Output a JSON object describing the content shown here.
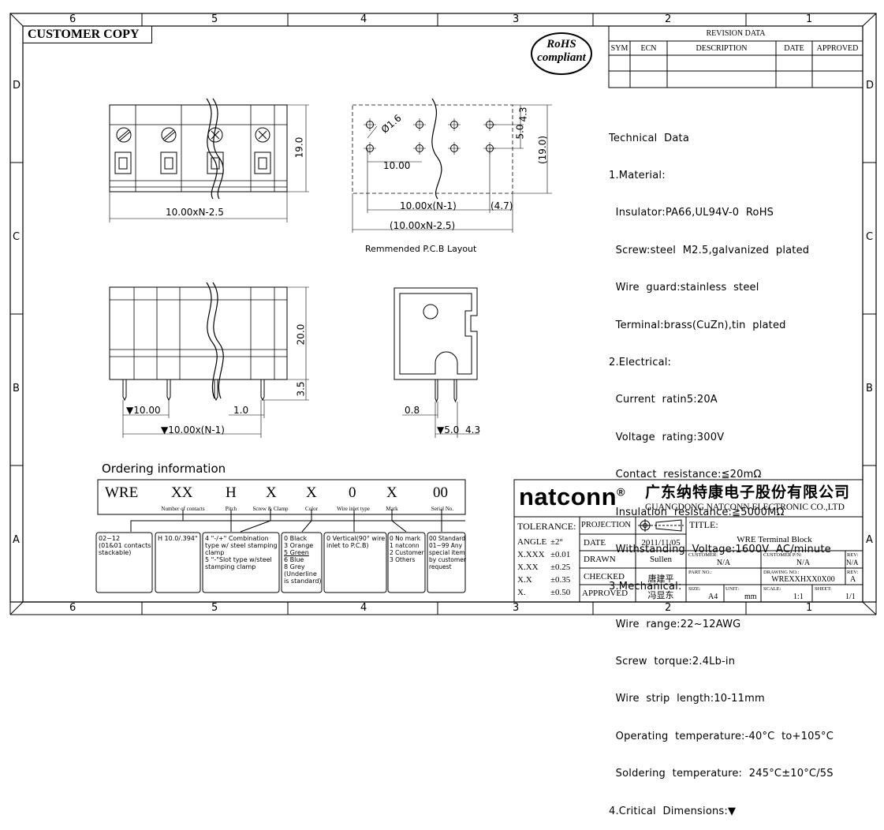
{
  "frame": {
    "col_numbers": [
      "6",
      "5",
      "4",
      "3",
      "2",
      "1"
    ],
    "row_letters": [
      "D",
      "C",
      "B",
      "A"
    ]
  },
  "customer_copy": "CUSTOMER COPY",
  "rohs": {
    "line1": "RoHS",
    "line2": "compliant"
  },
  "revision": {
    "title": "REVISION DATA",
    "headers": [
      "SYM",
      "ECN",
      "DESCRIPTION",
      "DATE",
      "APPROVED"
    ]
  },
  "top_view": {
    "dim_width": "10.00xN-2.5",
    "dim_height": "19.0"
  },
  "pcb_layout": {
    "caption": "Remmended P.C.B Layout",
    "hole_dia": "Ø1.6",
    "pitch": "10.00",
    "row_pitch": "5.0",
    "edge": "4.3",
    "height": "(19.0)",
    "span": "10.00x(N-1)",
    "end": "(4.7)",
    "overall": "(10.00xN-2.5)"
  },
  "front_view": {
    "height": "20.0",
    "pin_len": "3.5",
    "pitch": "▼10.00",
    "pin_w": "1.0",
    "span": "▼10.00x(N-1)"
  },
  "side_view": {
    "pin_w": "0.8",
    "dim_a": "▼5.0",
    "dim_b": "4.3"
  },
  "tech": {
    "title": "Technical  Data",
    "lines": [
      "1.Material:",
      "  Insulator:PA66,UL94V-0  RoHS",
      "  Screw:steel  M2.5,galvanized  plated",
      "  Wire  guard:stainless  steel",
      "  Terminal:brass(CuZn),tin  plated",
      "2.Electrical:",
      "  Current  ratin5:20A",
      "  Voltage  rating:300V",
      "  Contact  resistance:≦20mΩ",
      "  Insulation  resistance:≧5000MΩ",
      "  Withstanding  Voltage:1600V  AC/minute",
      "3.Mechanical:",
      "  Wire  range:22~12AWG",
      "  Screw  torque:2.4Lb-in",
      "  Wire  strip  length:10-11mm",
      "  Operating  temperature:-40°C  to+105°C",
      "  Soldering  temperature:  245°C±10°C/5S",
      "4.Critical  Dimensions:▼"
    ]
  },
  "ordering": {
    "title": "Ordering  information",
    "codes": [
      {
        "code": "WRE",
        "label": ""
      },
      {
        "code": "XX",
        "label": "Number of contacts"
      },
      {
        "code": "H",
        "label": "Pitch"
      },
      {
        "code": "X",
        "label": "Screw & Clamp"
      },
      {
        "code": "X",
        "label": "Color"
      },
      {
        "code": "0",
        "label": "Wire inlet type"
      },
      {
        "code": "X",
        "label": "Mark"
      },
      {
        "code": "00",
        "label": "Serial No."
      }
    ],
    "notes": [
      [
        "02~12",
        "(01&01 contacts",
        "stackable)"
      ],
      [
        "H  10.0/.394\""
      ],
      [
        "4  \"-/+\"  Combination",
        "type w/ steel stamping",
        "clamp",
        "5  \"-\"Slot type w/steel",
        "stamping clamp"
      ],
      [
        "0  Black",
        "3  Orange",
        "5  Green",
        "6  Blue",
        "8  Grey",
        "(Underline",
        "is standard)"
      ],
      [
        "0  Vertical(90° wire",
        "inlet to P.C.B)"
      ],
      [
        "0  No mark",
        "1  natconn",
        "2  Customer",
        "3  Others"
      ],
      [
        "00 Standard",
        "01~99 Any",
        "special item",
        "by customer",
        "request"
      ]
    ]
  },
  "title_block": {
    "brand": "natconn",
    "reg": "®",
    "company_cn": "广东纳特康电子股份有限公司",
    "company_en": "GUANGDONG NATCONN ELECTRONIC CO.,LTD",
    "tolerance_label": "TOLERANCE:",
    "tolerances": [
      {
        "k": "ANGLE",
        "v": "±2°"
      },
      {
        "k": "X.XXX",
        "v": "±0.01"
      },
      {
        "k": "X.XX",
        "v": "±0.25"
      },
      {
        "k": "X.X",
        "v": "±0.35"
      },
      {
        "k": "X.",
        "v": "±0.50"
      }
    ],
    "projection": "PROJECTION",
    "rows": [
      {
        "k": "DATE",
        "v": "2011/11/05"
      },
      {
        "k": "DRAWN",
        "v": "Sullen"
      },
      {
        "k": "CHECKED",
        "v": "唐建平"
      },
      {
        "k": "APPROVED",
        "v": "冯显东"
      }
    ],
    "title_label": "TITLE:",
    "title": "WRE Terminal Block",
    "customer_label": "CUSTOMER:",
    "customer": "N/A",
    "customer_pn_label": "CUSTOMER P/N:",
    "customer_pn": "N/A",
    "rev_label": "REV:",
    "rev1": "N/A",
    "part_no_label": "PART NO.:",
    "drawing_no_label": "DRAWING NO.:",
    "drawing_no": "WREXXHXX0X00",
    "rev2": "A",
    "size_label": "SIZE:",
    "size": "A4",
    "unit_label": "UNIT:",
    "unit": "mm",
    "scale_label": "SCALE:",
    "scale": "1:1",
    "sheet_label": "SHEET:",
    "sheet": "1/1"
  }
}
